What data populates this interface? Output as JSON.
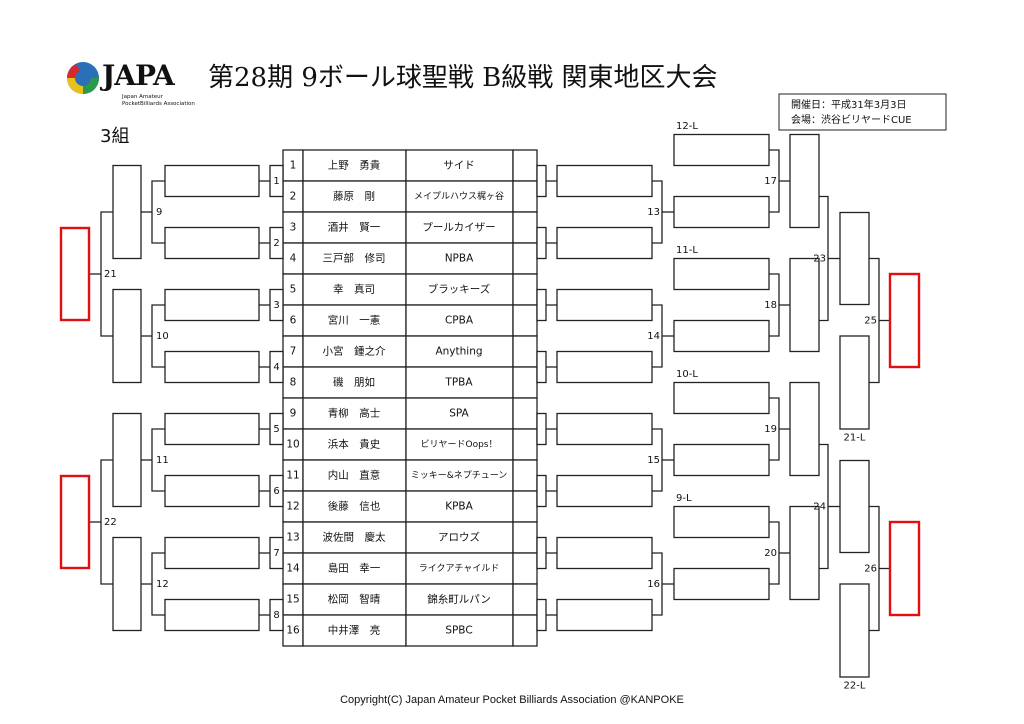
{
  "header": {
    "logo_text": "JAPA",
    "logo_sub1": "Japan Amateur",
    "logo_sub2": "PocketBilliards Association",
    "title": "第28期 9ボール球聖戦 B級戦 関東地区大会",
    "group": "3組",
    "date_line": "開催日：平成31年3月3日",
    "venue_line": "会場：渋谷ビリヤードCUE"
  },
  "players": [
    {
      "no": "1",
      "name": "上野　勇貴",
      "team": "サイド"
    },
    {
      "no": "2",
      "name": "藤原　剛",
      "team": "メイプルハウス梶ヶ谷"
    },
    {
      "no": "3",
      "name": "酒井　賢一",
      "team": "プールカイザー"
    },
    {
      "no": "4",
      "name": "三戸部　修司",
      "team": "NPBA"
    },
    {
      "no": "5",
      "name": "幸　真司",
      "team": "ブラッキーズ"
    },
    {
      "no": "6",
      "name": "宮川　一憲",
      "team": "CPBA"
    },
    {
      "no": "7",
      "name": "小宮　鍾之介",
      "team": "Anything"
    },
    {
      "no": "8",
      "name": "磯　朋如",
      "team": "TPBA"
    },
    {
      "no": "9",
      "name": "青柳　高士",
      "team": "SPA"
    },
    {
      "no": "10",
      "name": "浜本　貴史",
      "team": "ビリヤードOops！"
    },
    {
      "no": "11",
      "name": "内山　直意",
      "team": "ミッキー&ネプチューン"
    },
    {
      "no": "12",
      "name": "後藤　信也",
      "team": "KPBA"
    },
    {
      "no": "13",
      "name": "波佐間　慶太",
      "team": "アロウズ"
    },
    {
      "no": "14",
      "name": "島田　幸一",
      "team": "ライクアチャイルド"
    },
    {
      "no": "15",
      "name": "松岡　智晴",
      "team": "錦糸町ルパン"
    },
    {
      "no": "16",
      "name": "中井澤　亮",
      "team": "SPBC"
    }
  ],
  "matches": {
    "first_round": [
      "1",
      "2",
      "3",
      "4",
      "5",
      "6",
      "7",
      "8"
    ],
    "left_round2": [
      "9",
      "10",
      "11",
      "12"
    ],
    "left_final": [
      "21",
      "22"
    ],
    "right_round2": [
      "13",
      "14",
      "15",
      "16"
    ],
    "right_round3": [
      "17",
      "18",
      "19",
      "20"
    ],
    "right_round4": [
      "23",
      "24"
    ],
    "right_final": [
      "25",
      "26"
    ]
  },
  "loser_labels": {
    "r3": [
      "12-L",
      "11-L",
      "10-L",
      "9-L"
    ],
    "r4": [
      "21-L",
      "22-L"
    ]
  },
  "colors": {
    "line": "#222222",
    "winner_box": "#e01010"
  },
  "footer": {
    "copyright": "Copyright(C) Japan Amateur Pocket Billiards Association @KANPOKE"
  }
}
